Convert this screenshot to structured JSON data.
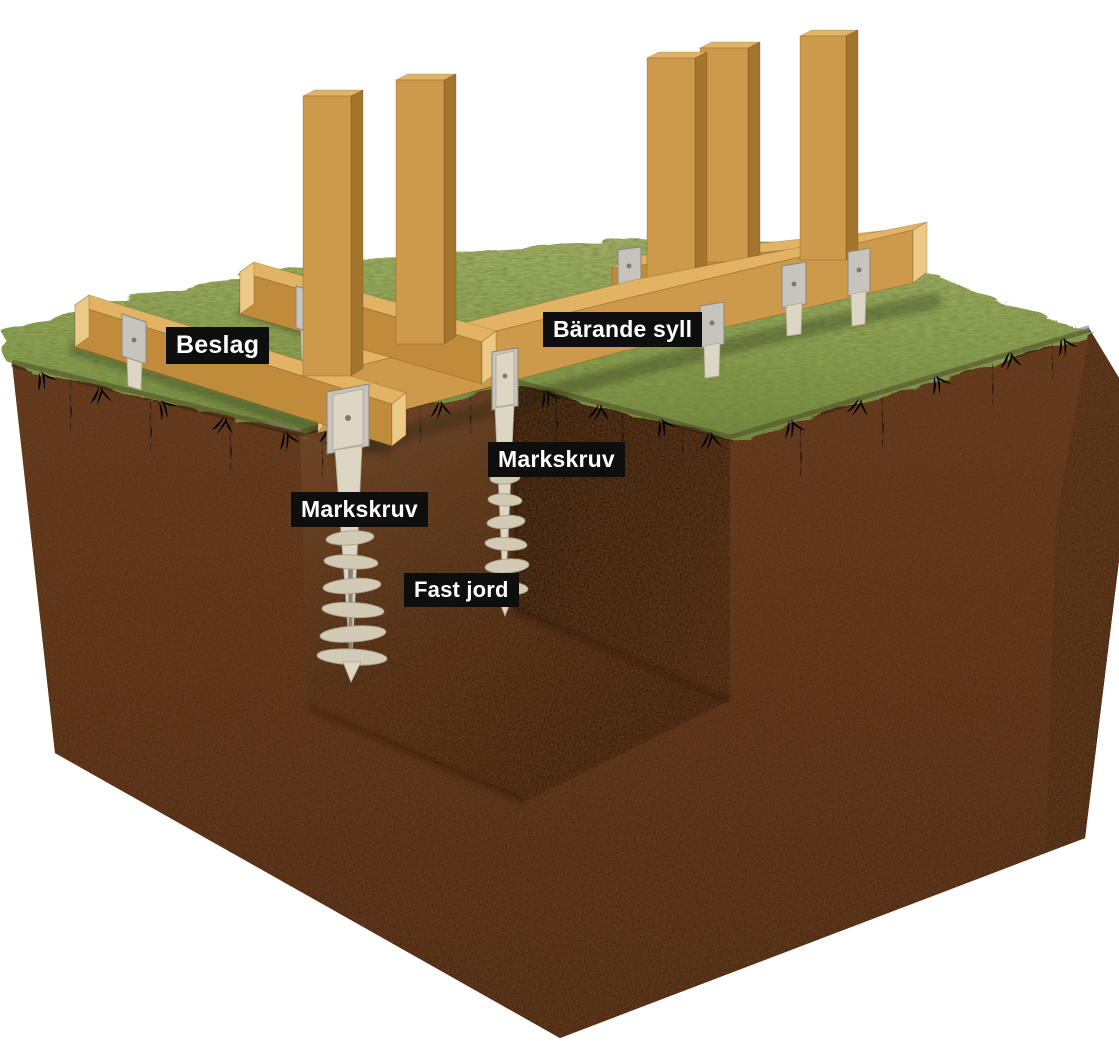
{
  "scene": {
    "description": "Cutaway 3D illustration: timber sill frame on ground screws in soil",
    "background_color": "#ffffff"
  },
  "labels": {
    "bracket": "Beslag",
    "bearing_sill": "Bärande syll",
    "ground_screw_right": "Markskruv",
    "ground_screw_left": "Markskruv",
    "firm_soil": "Fast jord"
  },
  "colors": {
    "label_bg": "#0e0e0e",
    "label_text": "#ffffff",
    "wood_front": "#cd9a4b",
    "wood_front_shaded": "#c08c3c",
    "wood_side": "#a4752d",
    "wood_top": "#e3b365",
    "wood_end_grain": "#edc988",
    "metal_bracket": "#c7c4bd",
    "screw_body": "#ded6c5",
    "screw_flange": "#d3cab6",
    "grass_light": "#a2b268",
    "grass_dark": "#71873d",
    "soil_front": "#572c13",
    "soil_trench_back": "#6f4526",
    "soil_trench_side": "#2c1305",
    "soil_floor": "#53280f"
  }
}
